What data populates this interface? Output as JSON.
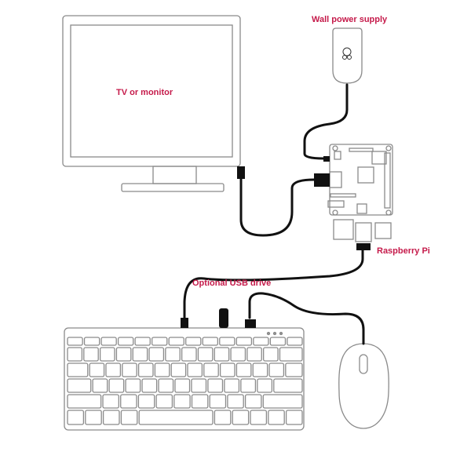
{
  "labels": {
    "monitor": "TV or monitor",
    "power": "Wall power supply",
    "pi": "Raspberry Pi",
    "usb": "Optional USB drive"
  },
  "colors": {
    "accent": "#c51a4a",
    "outline": "#8a8a8a",
    "cable": "#111111"
  }
}
